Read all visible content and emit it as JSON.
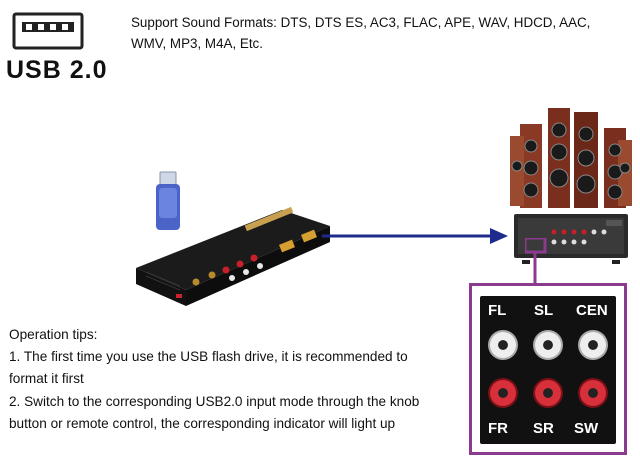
{
  "usb": {
    "label": "USB 2.0"
  },
  "formats_text": "Support Sound Formats: DTS, DTS ES, AC3, FLAC, APE, WAV, HDCD, AAC, WMV, MP3, M4A, Etc.",
  "tips": {
    "heading": "Operation tips:",
    "line1": "1. The first time you use the USB flash drive, it is recommended to",
    "line2": "format it first",
    "line3": "2. Switch to the corresponding USB2.0 input mode through the knob",
    "line4": "button or remote control, the corresponding indicator will light up"
  },
  "panel": {
    "labels": [
      "FL",
      "SL",
      "CEN",
      "FR",
      "SR",
      "SW"
    ]
  },
  "colors": {
    "arrow": "#1e2a8c",
    "highlight": "#8b3a8e",
    "white_jack": "#e8e8e8",
    "red_jack": "#c8202a"
  }
}
